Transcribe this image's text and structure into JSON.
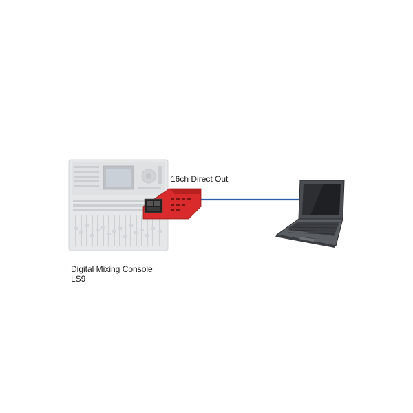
{
  "connection": {
    "label": "16ch Direct Out",
    "color": "#2f5ea8"
  },
  "console": {
    "name": "Digital Mixing Console",
    "model": "LS9"
  },
  "card": {
    "color": "#d92b2b"
  },
  "laptop": {
    "body_color": "#4a4d52"
  }
}
